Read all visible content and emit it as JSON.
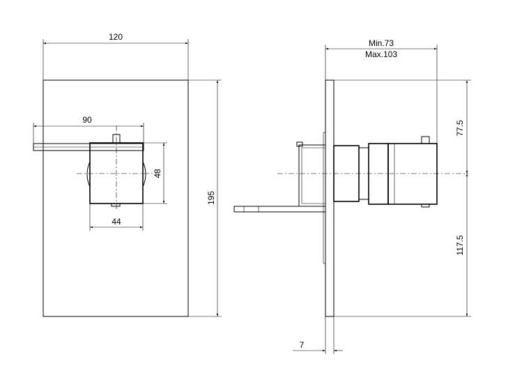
{
  "front_view": {
    "plate_width": "120",
    "plate_height": "195",
    "handle_length": "90",
    "body_height": "48",
    "body_width": "44"
  },
  "side_view": {
    "depth_min": "Min.73",
    "depth_max": "Max.103",
    "upper_offset": "77.5",
    "lower_offset": "117.5",
    "plate_thickness": "7"
  }
}
